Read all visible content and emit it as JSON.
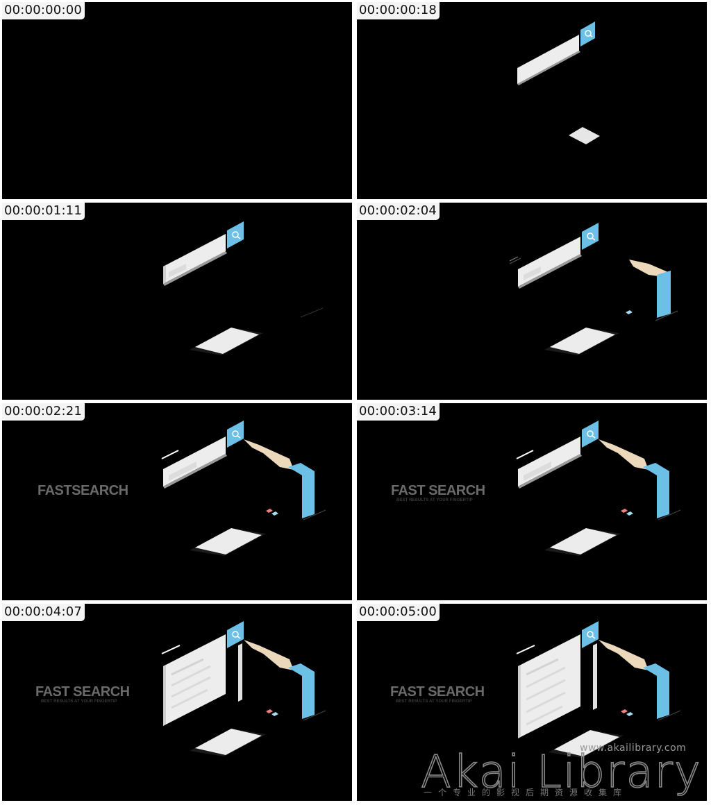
{
  "frames": [
    {
      "timestamp": "00:00:00:00"
    },
    {
      "timestamp": "00:00:00:18"
    },
    {
      "timestamp": "00:00:01:11"
    },
    {
      "timestamp": "00:00:02:04"
    },
    {
      "timestamp": "00:00:02:21",
      "title": "FASTSEARCH"
    },
    {
      "timestamp": "00:00:03:14",
      "title": "FAST SEARCH",
      "subtitle": "BEST RESULTS AT YOUR FINGERTIP"
    },
    {
      "timestamp": "00:00:04:07",
      "title": "FAST SEARCH",
      "subtitle": "BEST RESULTS AT YOUR FINGERTIP"
    },
    {
      "timestamp": "00:00:05:00",
      "title": "FAST SEARCH",
      "subtitle": "BEST RESULTS AT YOUR FINGERTIP"
    }
  ],
  "watermark": {
    "url": "www.akailibrary.com",
    "logo_text": "Akai Library",
    "subtitle": "一个专业的影视后期资源收集库"
  },
  "colors": {
    "background": "#000000",
    "accent_blue": "#6cc0e6",
    "panel_white": "#f0f0f0",
    "hand": "#ecd9bb",
    "title_gray": "#6a6a6a"
  },
  "icons": [
    "search-icon",
    "hand-icon",
    "keyboard-icon"
  ]
}
